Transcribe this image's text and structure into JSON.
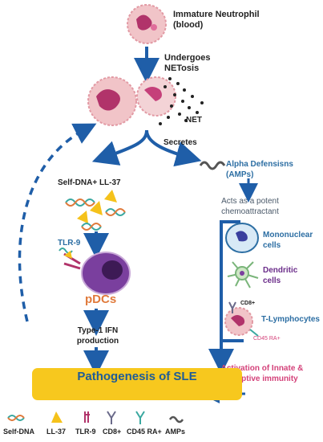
{
  "nodes": {
    "immature_neutrophil": "Immature Neutrophil (blood)",
    "undergoes_netosis": "Undergoes NETosis",
    "net": "NET",
    "secretes": "Secretes",
    "self_dna_ll37": "Self-DNA+ LL-37",
    "tlr9": "TLR-9",
    "pdcs": "pDCs",
    "type1_ifn": "Type-1 IFN production",
    "alpha_defensins": "Alpha Defensisns (AMPs)",
    "chemoattractant": "Acts as a potent chemoattractant",
    "mononuclear": "Mononuclear cells",
    "dendritic": "Dendritic cells",
    "cd8": "CD8+",
    "t_lymphocytes": "T-Lymphocytes",
    "cd45": "CD45 RA+",
    "activation": "Activation of Innate & Adaptive immunity",
    "pathogenesis": "Pathogenesis of SLE"
  },
  "legend": [
    "Self-DNA",
    "LL-37",
    "TLR-9",
    "CD8+",
    "CD45 RA+",
    "AMPs"
  ],
  "colors": {
    "arrow_blue": "#1f5ea8",
    "banner": "#f7c81e",
    "neutrophil_pink": "#e7a0a8",
    "nucleus_magenta": "#b1336a",
    "pdc_purple": "#7a3f9e",
    "ll37_yellow": "#f5c21b"
  }
}
